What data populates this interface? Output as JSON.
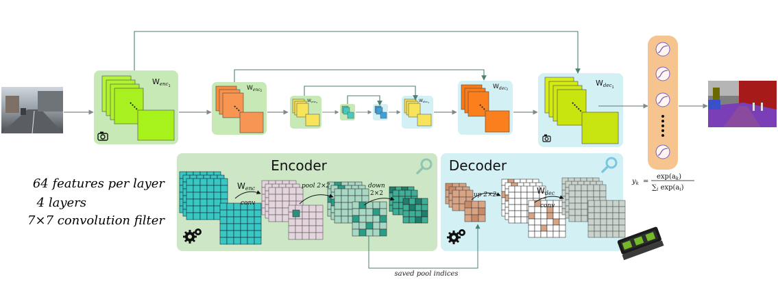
{
  "pipeline": {
    "enc1_label": "W",
    "enc1_sub": "enc",
    "enc1_subsub": "1",
    "enc2_label": "W",
    "enc2_sub": "enc",
    "enc2_subsub": "2",
    "enc3_label": "W",
    "enc3_sub": "enc",
    "enc3_subsub": "3",
    "dec3_label": "W",
    "dec3_sub": "dec",
    "dec3_subsub": "3",
    "dec2_label": "W",
    "dec2_sub": "dec",
    "dec2_subsub": "2",
    "dec1_label": "W",
    "dec1_sub": "dec",
    "dec1_subsub": "1"
  },
  "softmax": {
    "formula_lhs": "y",
    "formula_lhs_sub": "k",
    "formula_eq": "=",
    "numerator": "exp(a",
    "numerator_sub": "k",
    "numerator_close": ")",
    "denominator": "∑",
    "denominator_sub": "i",
    "denominator_body": " exp(a",
    "denominator_body_sub": "i",
    "denominator_close": ")"
  },
  "params": {
    "features": "64 features per layer",
    "layers": "4 layers",
    "filter": "7×7 convolution filter"
  },
  "encoder": {
    "title": "Encoder",
    "w_label": "W",
    "w_sub": "enc",
    "conv_label": "conv",
    "pool_label": "pool 2×2",
    "down_label": "down",
    "down_size": "2×2"
  },
  "decoder": {
    "title": "Decoder",
    "up_label": "up 2×2",
    "w_label": "W",
    "w_sub": "dec",
    "conv_label": "conv"
  },
  "footer": {
    "saved_indices": "saved pool indices"
  },
  "colors": {
    "enc_panel": "#cde7c6",
    "dec_panel": "#d3f1f5",
    "softmax_panel": "#f6c48f",
    "stack_lime": "#a8f21c",
    "stack_orange": "#f8904a",
    "stack_yellow": "#f7e45a",
    "stack_teal": "#47c9c0",
    "stack_blue": "#3f9fd7",
    "grid_cyan": "#38c7c2",
    "grid_pink": "#e4d4dd",
    "grid_teal": "#2a9d86",
    "grid_brown": "#d7a486",
    "grid_grey": "#c7d3cc",
    "arrow": "#3d7d72"
  },
  "icons": {
    "camera": "camera-icon",
    "gears": "gears-icon",
    "magnifier": "magnifier-icon",
    "gpu": "gpu-card-icon",
    "sigmoid": "sigmoid-icon"
  }
}
